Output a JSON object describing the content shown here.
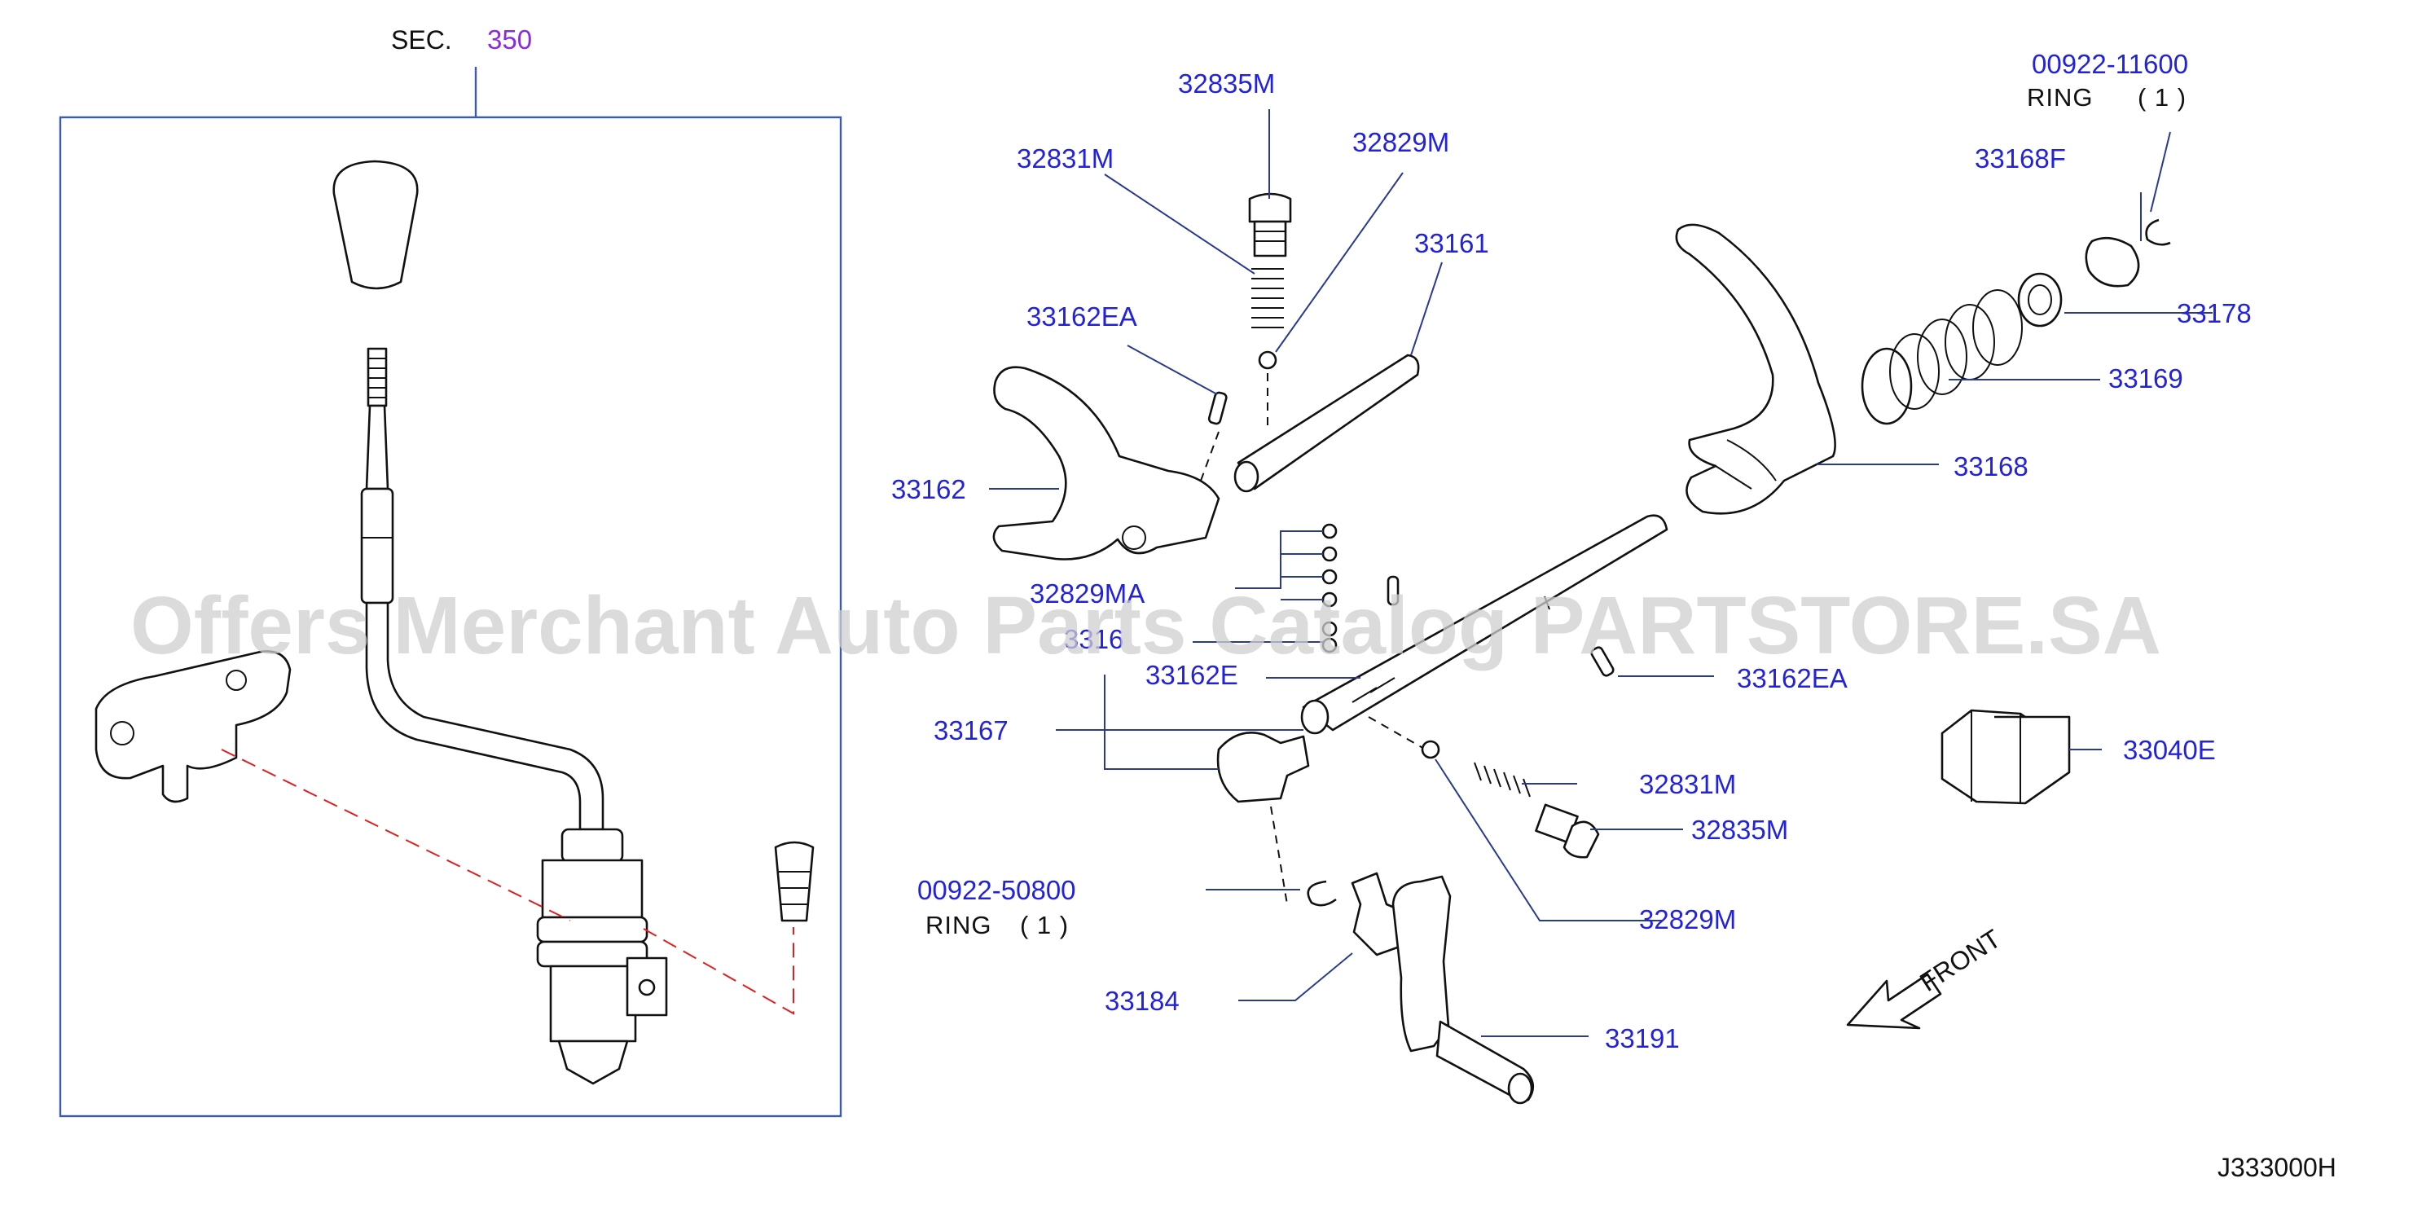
{
  "section": {
    "prefix": "SEC.",
    "number": "350"
  },
  "colors": {
    "label": "#2222dd",
    "section_number": "#8a2be2",
    "leader": "#2a3a8c",
    "frame": "#3b5bb0",
    "watermark": "#cfcfcf",
    "ref_line": "#e02020"
  },
  "watermark": "Offers Merchant Auto Parts Catalog PARTSTORE.SA",
  "parts": {
    "p32835M_top": "32835M",
    "p32831M_top": "32831M",
    "p32829M_top": "32829M",
    "p33161": "33161",
    "p33162EA_top": "33162EA",
    "p33162": "33162",
    "p32829MA": "32829MA",
    "p3316x": "3316",
    "p33162E": "33162E",
    "p33167": "33167",
    "p00922_50800": "00922-50800",
    "p33184": "33184",
    "p00922_11600": "00922-11600",
    "p33168F": "33168F",
    "p33178": "33178",
    "p33169": "33169",
    "p33168": "33168",
    "p33162EA_right": "33162EA",
    "p32831M_right": "32831M",
    "p32835M_right": "32835M",
    "p32829M_right": "32829M",
    "p33040E": "33040E",
    "p33191": "33191"
  },
  "rings": {
    "ring_a": {
      "label": "RING",
      "qty": "( 1 )"
    },
    "ring_b": {
      "label": "RING",
      "qty": "( 1 )"
    }
  },
  "front_label": "FRONT",
  "diagram_code": "J333000H"
}
